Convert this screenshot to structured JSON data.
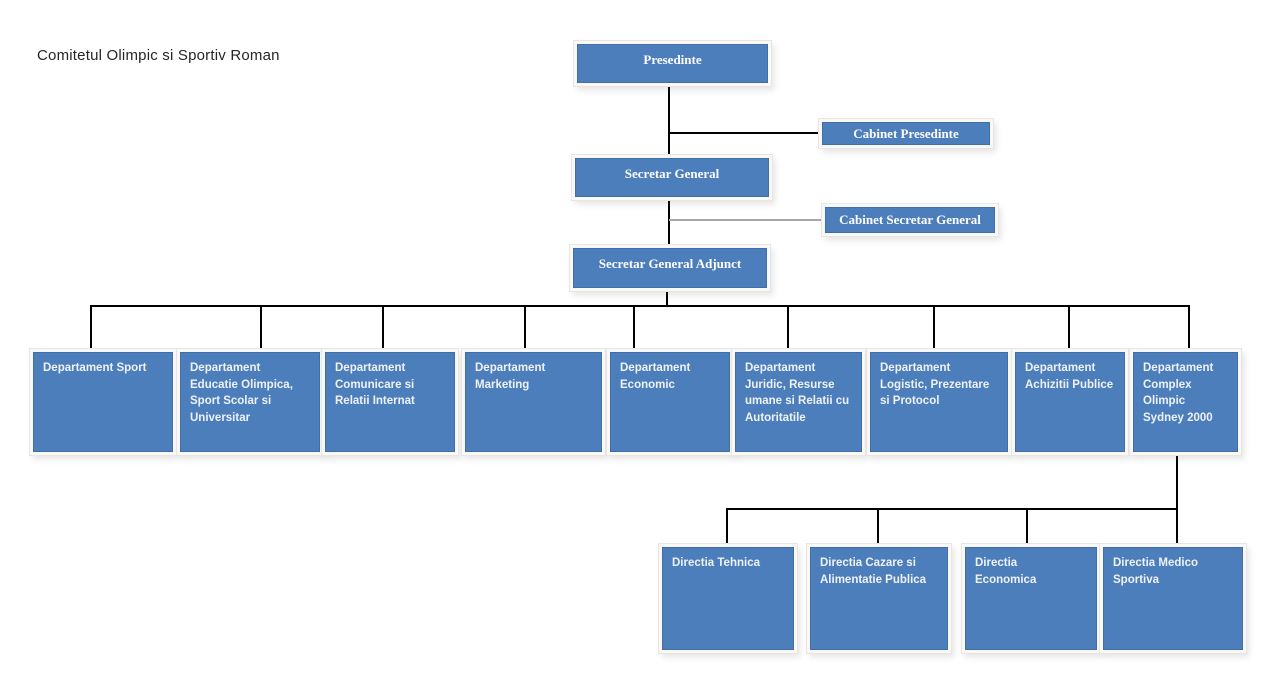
{
  "page_title": "Comitetul Olimpic si Sportiv Roman",
  "colors": {
    "box_fill": "#4d7ebc",
    "box_text": "#fdfdfd",
    "connector": "#000000",
    "connector_secondary": "#a6a6a6"
  },
  "org_chart": {
    "nodes": {
      "presedinte": {
        "label": "Presedinte"
      },
      "cabinet_presedinte": {
        "label": "Cabinet Presedinte"
      },
      "secretar_general": {
        "label": "Secretar General"
      },
      "cabinet_secretar_general": {
        "label": "Cabinet Secretar General"
      },
      "secretar_general_adjunct": {
        "label": "Secretar General Adjunct"
      },
      "departments": [
        {
          "label": "Departament Sport"
        },
        {
          "label": "Departament\nEducatie Olimpica,\nSport Scolar si\nUniversitar"
        },
        {
          "label": "Departament\nComunicare si\nRelatii Internat"
        },
        {
          "label": "Departament\nMarketing"
        },
        {
          "label": "Departament\nEconomic"
        },
        {
          "label": "Departament\nJuridic, Resurse\numane si Relatii cu\nAutoritatile"
        },
        {
          "label": "Departament\nLogistic, Prezentare\nsi Protocol"
        },
        {
          "label": "Departament\nAchizitii Publice"
        },
        {
          "label": "Departament\nComplex\nOlimpic\nSydney 2000"
        }
      ],
      "directions": [
        {
          "label": "Directia Tehnica"
        },
        {
          "label": "Directia Cazare si\nAlimentatie Publica"
        },
        {
          "label": "Directia\nEconomica"
        },
        {
          "label": "Directia Medico\nSportiva"
        }
      ]
    }
  }
}
